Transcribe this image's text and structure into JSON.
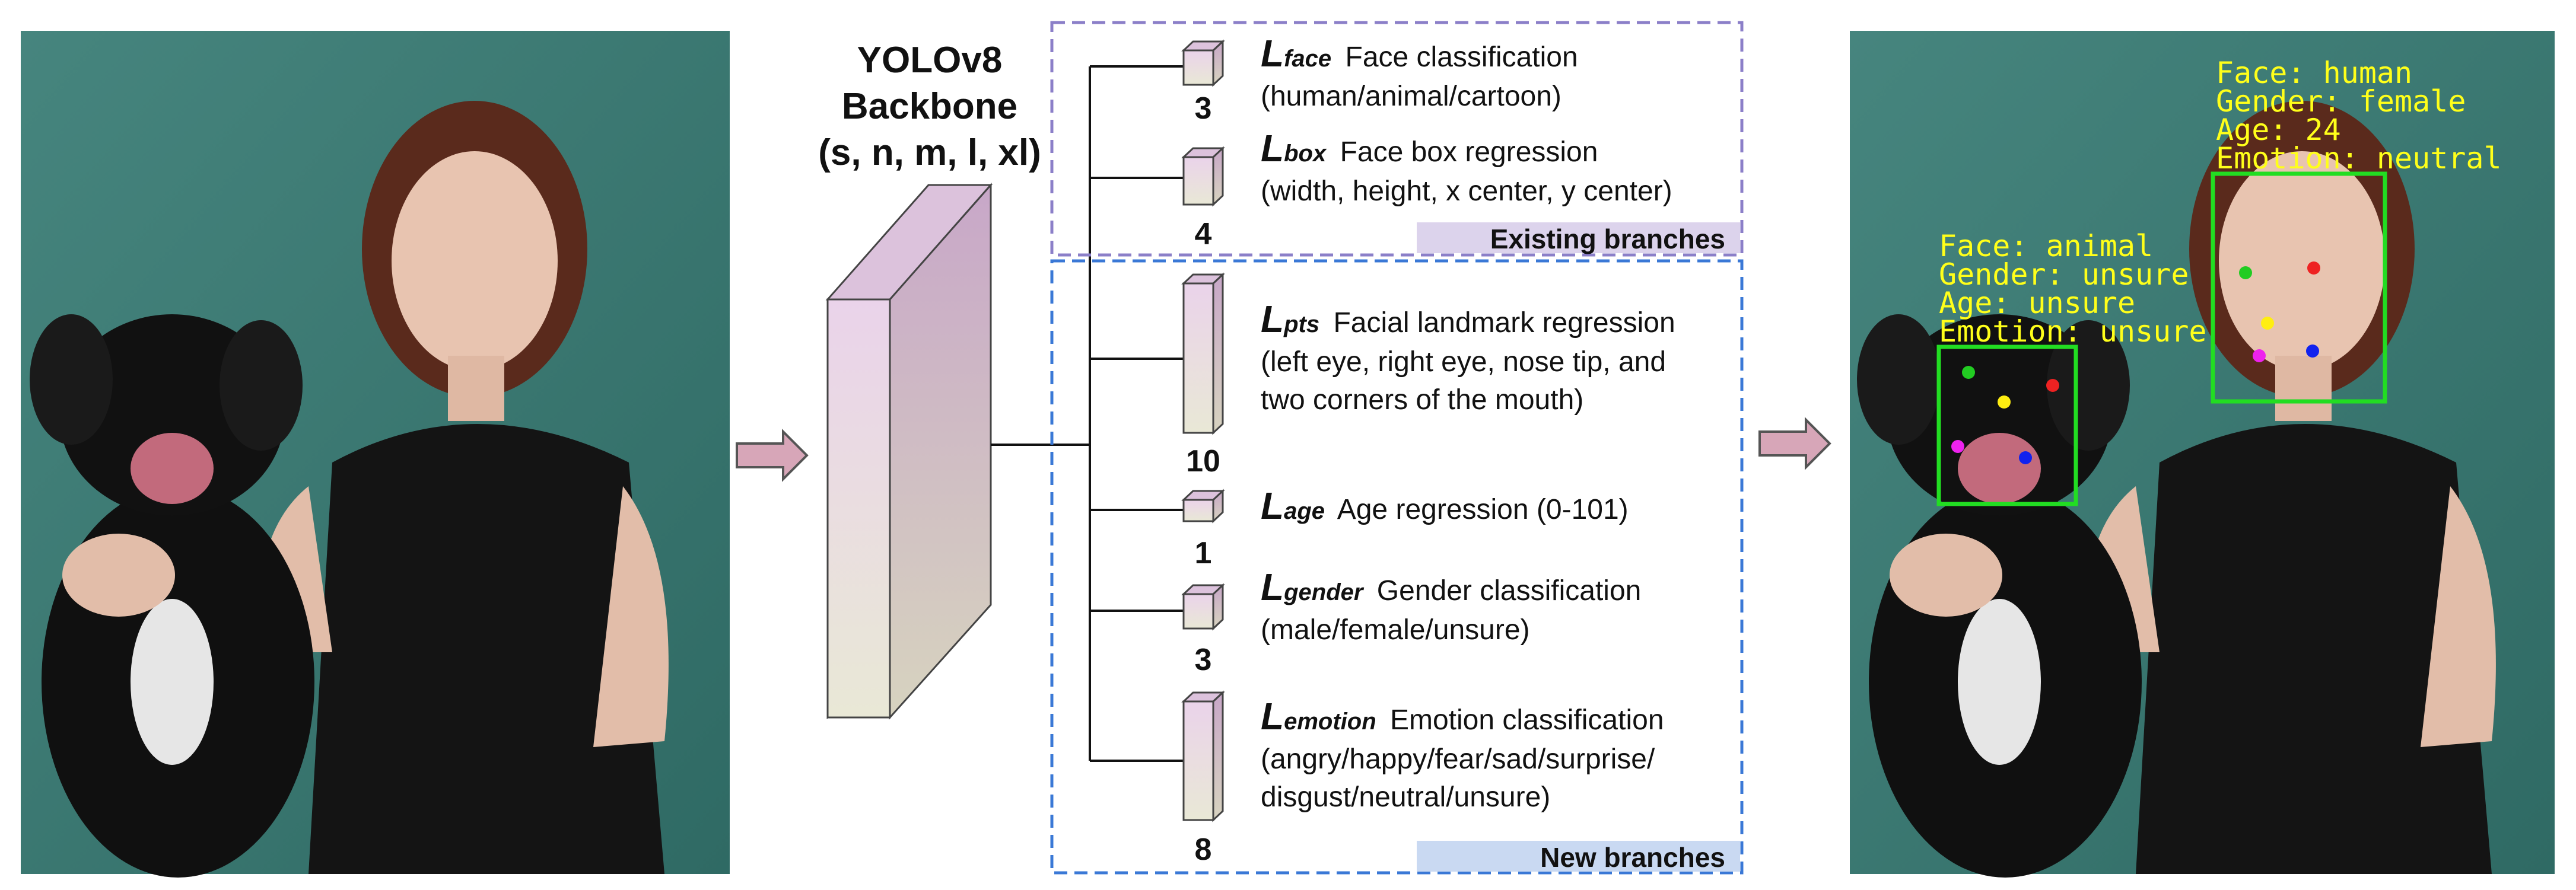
{
  "backbone": {
    "title_line1": "YOLOv8",
    "title_line2": "Backbone",
    "title_line3": "(s, n, m, l, xl)"
  },
  "existing_group_label": "Existing branches",
  "new_group_label": "New branches",
  "branches": [
    {
      "loss": "L",
      "sub": "face",
      "title": "Face classification",
      "desc": [
        "(human/animal/cartoon)"
      ],
      "dim": "3"
    },
    {
      "loss": "L",
      "sub": "box",
      "title": "Face box regression",
      "desc": [
        "(width, height, x center, y center)"
      ],
      "dim": "4"
    },
    {
      "loss": "L",
      "sub": "pts",
      "title": "Facial landmark regression",
      "desc": [
        "(left eye, right eye, nose tip, and",
        "two corners of the mouth)"
      ],
      "dim": "10"
    },
    {
      "loss": "L",
      "sub": "age",
      "title": "Age regression (0-101)",
      "desc": [],
      "dim": "1"
    },
    {
      "loss": "L",
      "sub": "gender",
      "title": "Gender classification",
      "desc": [
        "(male/female/unsure)"
      ],
      "dim": "3"
    },
    {
      "loss": "L",
      "sub": "emotion",
      "title": "Emotion classification",
      "desc": [
        "(angry/happy/fear/sad/surprise/",
        "disgust/neutral/unsure)"
      ],
      "dim": "8"
    }
  ],
  "output_labels": {
    "human": [
      "Face: human",
      "Gender: female",
      "Age: 24",
      "Emotion: neutral"
    ],
    "animal": [
      "Face: animal",
      "Gender: unsure",
      "Age: unsure",
      "Emotion: unsure"
    ]
  },
  "colors": {
    "teal_background": "#3f7f78",
    "existing_border": "#8b7fc8",
    "new_border": "#3a78d6",
    "existing_label_bg": "#dcd3ec",
    "new_label_bg": "#c9d9f2",
    "arrow_fill": "#d7a6b8",
    "detection_box": "#22dd22",
    "annotation_text": "#ffff1a"
  }
}
